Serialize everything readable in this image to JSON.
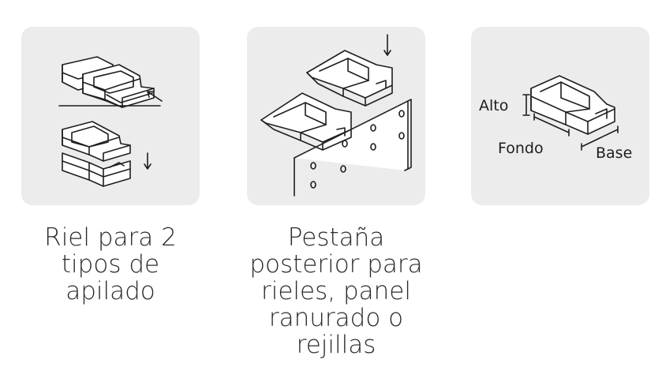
{
  "cards": [
    {
      "caption_lines": [
        "Riel para 2",
        "tipos de",
        "apilado"
      ]
    },
    {
      "caption_lines": [
        "Pestaña",
        "posterior para",
        "rieles, panel",
        "ranurado o",
        "rejillas"
      ]
    },
    {
      "dimension_labels": {
        "height": "Alto",
        "depth": "Fondo",
        "width": "Base"
      }
    }
  ],
  "icons": [
    "stacking-rail-icon",
    "back-hang-tab-icon",
    "bin-dimensions-icon"
  ]
}
